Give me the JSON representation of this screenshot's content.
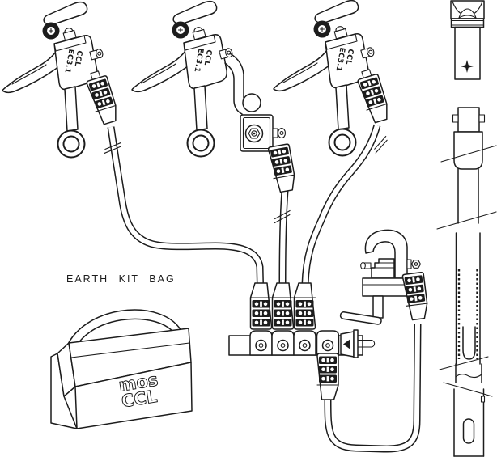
{
  "diagram": {
    "background": "#ffffff",
    "line_color": "#1c1c1c",
    "clamps": [
      {
        "name": "ratchet earth clamp 1",
        "label_line1": "CCL",
        "label_line2": "EC3.1"
      },
      {
        "name": "ratchet earth clamp 2",
        "label_line1": "CCL",
        "label_line2": "EC3.1"
      },
      {
        "name": "ratchet earth clamp 3",
        "label_line1": "CCL",
        "label_line2": "EC3.1"
      }
    ],
    "bag": {
      "title": "EARTH KIT BAG",
      "logo_line1": "mos",
      "logo_line2": "CCL"
    },
    "parts": [
      "crimped-ferrule",
      "earth-cable",
      "four-way-junction-block",
      "toggle-pin",
      "screw-earth-clamp",
      "tommy-bar",
      "operating-pole-sections",
      "earth-kit-bag"
    ]
  }
}
